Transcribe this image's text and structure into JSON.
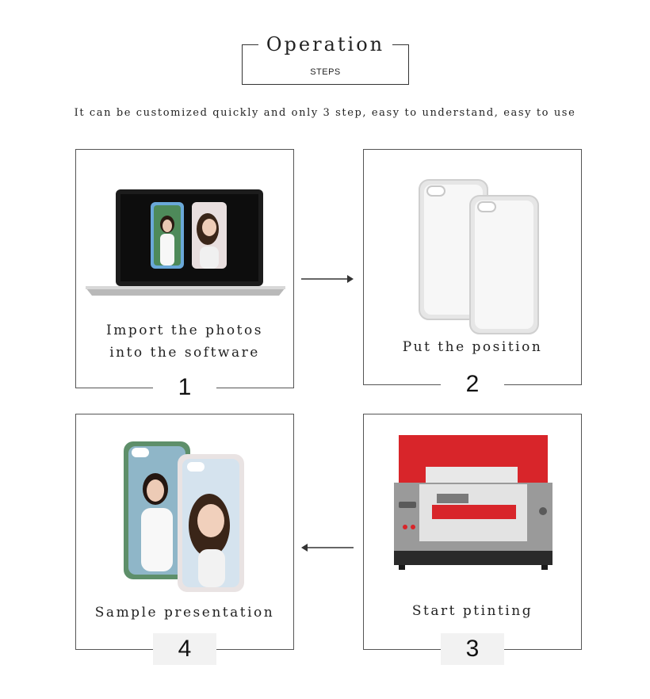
{
  "header": {
    "title": "Operation",
    "subtitle": "STEPS"
  },
  "tagline": "It can be customized quickly and only 3 step, easy to understand, easy to use",
  "steps": [
    {
      "number": "1",
      "caption_line1": "Import the photos",
      "caption_line2": "into the software"
    },
    {
      "number": "2",
      "caption": "Put the position"
    },
    {
      "number": "3",
      "caption": "Start ptinting"
    },
    {
      "number": "4",
      "caption": "Sample presentation"
    }
  ],
  "colors": {
    "printer_red": "#d8252a",
    "printer_gray": "#9a9a9a",
    "case_white": "#f4f4f4",
    "laptop_dark": "#151515"
  }
}
